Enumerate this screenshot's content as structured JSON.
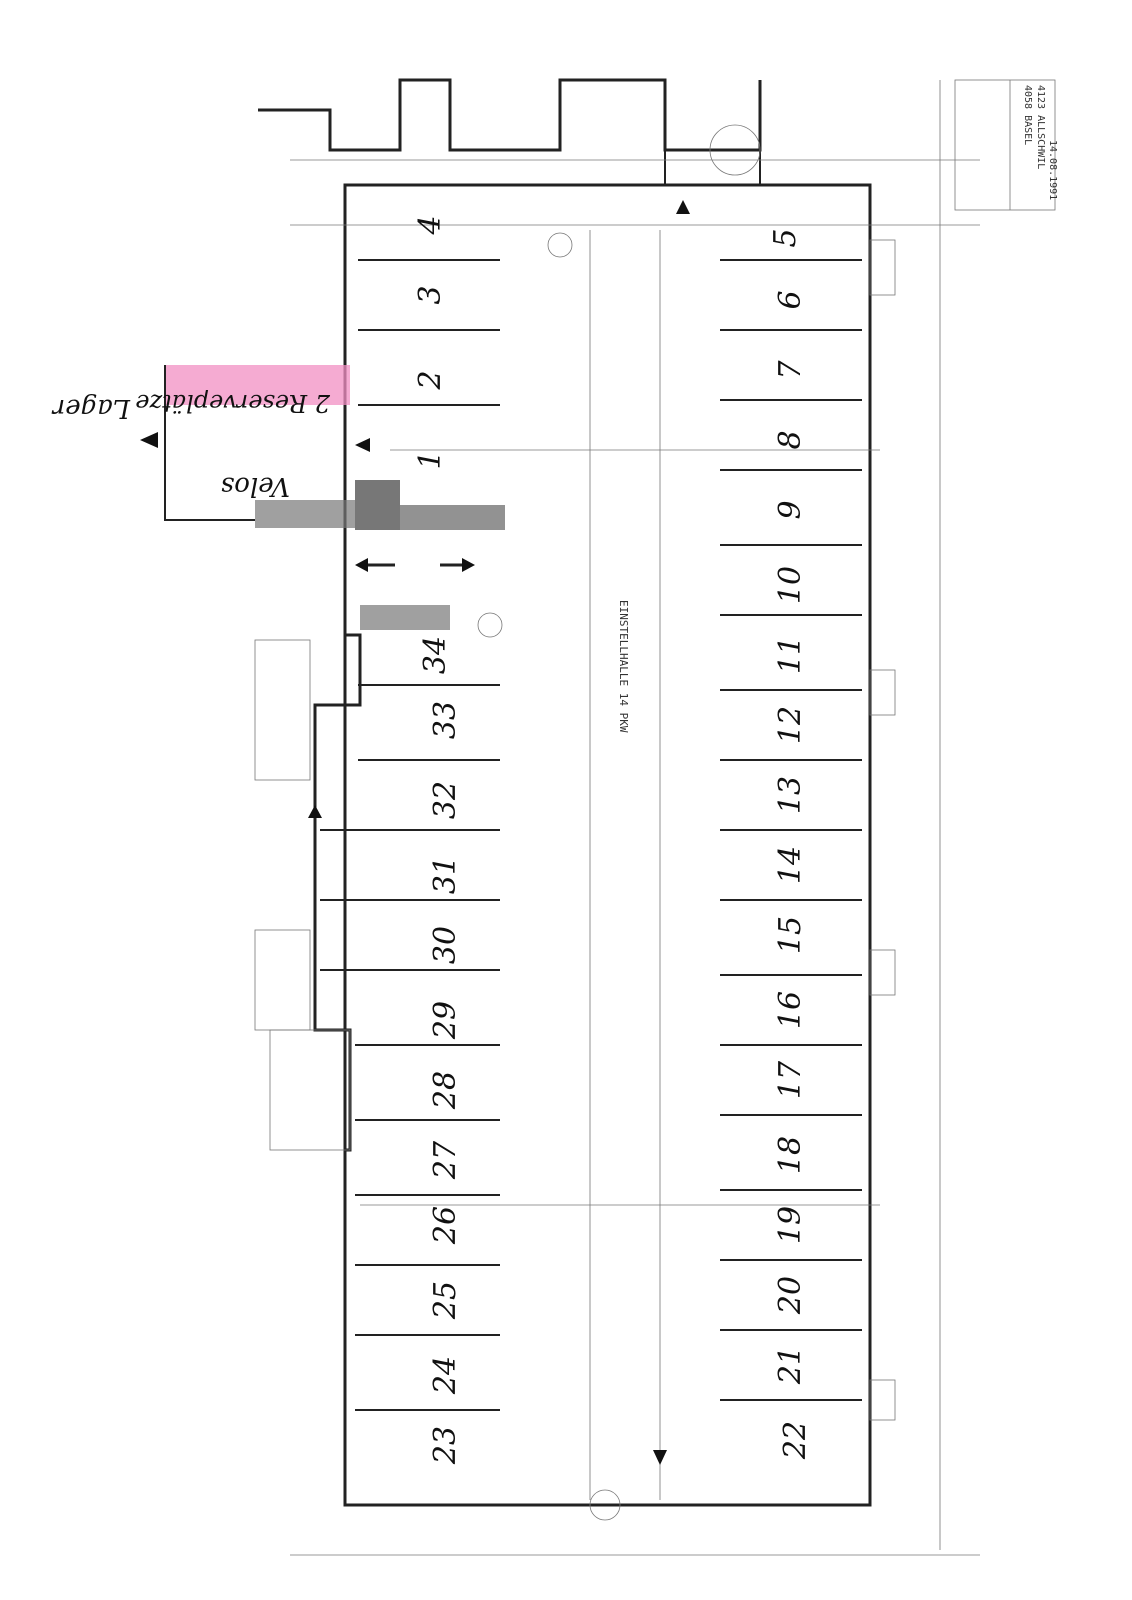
{
  "handwritten": {
    "lager": "Lager",
    "velos": "Velos",
    "reserve": "2 Reserveplätze"
  },
  "rotated_labels": {
    "abstellhalle": "EINSTELLHALLE 14 PKW"
  },
  "title_block": {
    "lines": [
      "4058 BASEL",
      "4123 ALLSCHWIL",
      "14.08.1991"
    ]
  },
  "parking_spaces": [
    "1",
    "2",
    "3",
    "4",
    "5",
    "6",
    "7",
    "8",
    "9",
    "10",
    "11",
    "12",
    "13",
    "14",
    "15",
    "16",
    "17",
    "18",
    "19",
    "20",
    "21",
    "22",
    "23",
    "24",
    "25",
    "26",
    "27",
    "28",
    "29",
    "30",
    "31",
    "32",
    "33",
    "34"
  ],
  "colors": {
    "highlight": "#f28fc3",
    "shade": "#8a8a8a"
  }
}
